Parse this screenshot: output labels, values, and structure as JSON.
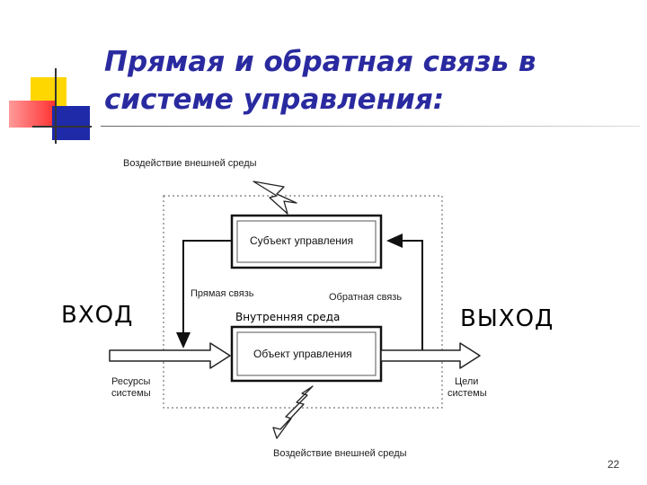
{
  "slide": {
    "title_line1": "Прямая и обратная связь в",
    "title_line2": "системе управления:",
    "slide_number": "22"
  },
  "diagram": {
    "env_top": "Воздействие внешней среды",
    "env_bottom": "Воздействие внешней среды",
    "subject_box": "Субъект управления",
    "object_box": "Объект управления",
    "forward_link": "Прямая связь",
    "feedback_link": "Обратная связь",
    "resources_line1": "Ресурсы",
    "resources_line2": "системы",
    "goals_line1": "Цели",
    "goals_line2": "системы",
    "inner_environment": "Внутренняя среда",
    "input": "ВХОД",
    "output": "ВЫХОД"
  },
  "colors": {
    "title": "#2a2aa0",
    "accent_yellow": "#ffd700",
    "accent_red": "#ff3030",
    "accent_blue": "#1f2aa8"
  }
}
